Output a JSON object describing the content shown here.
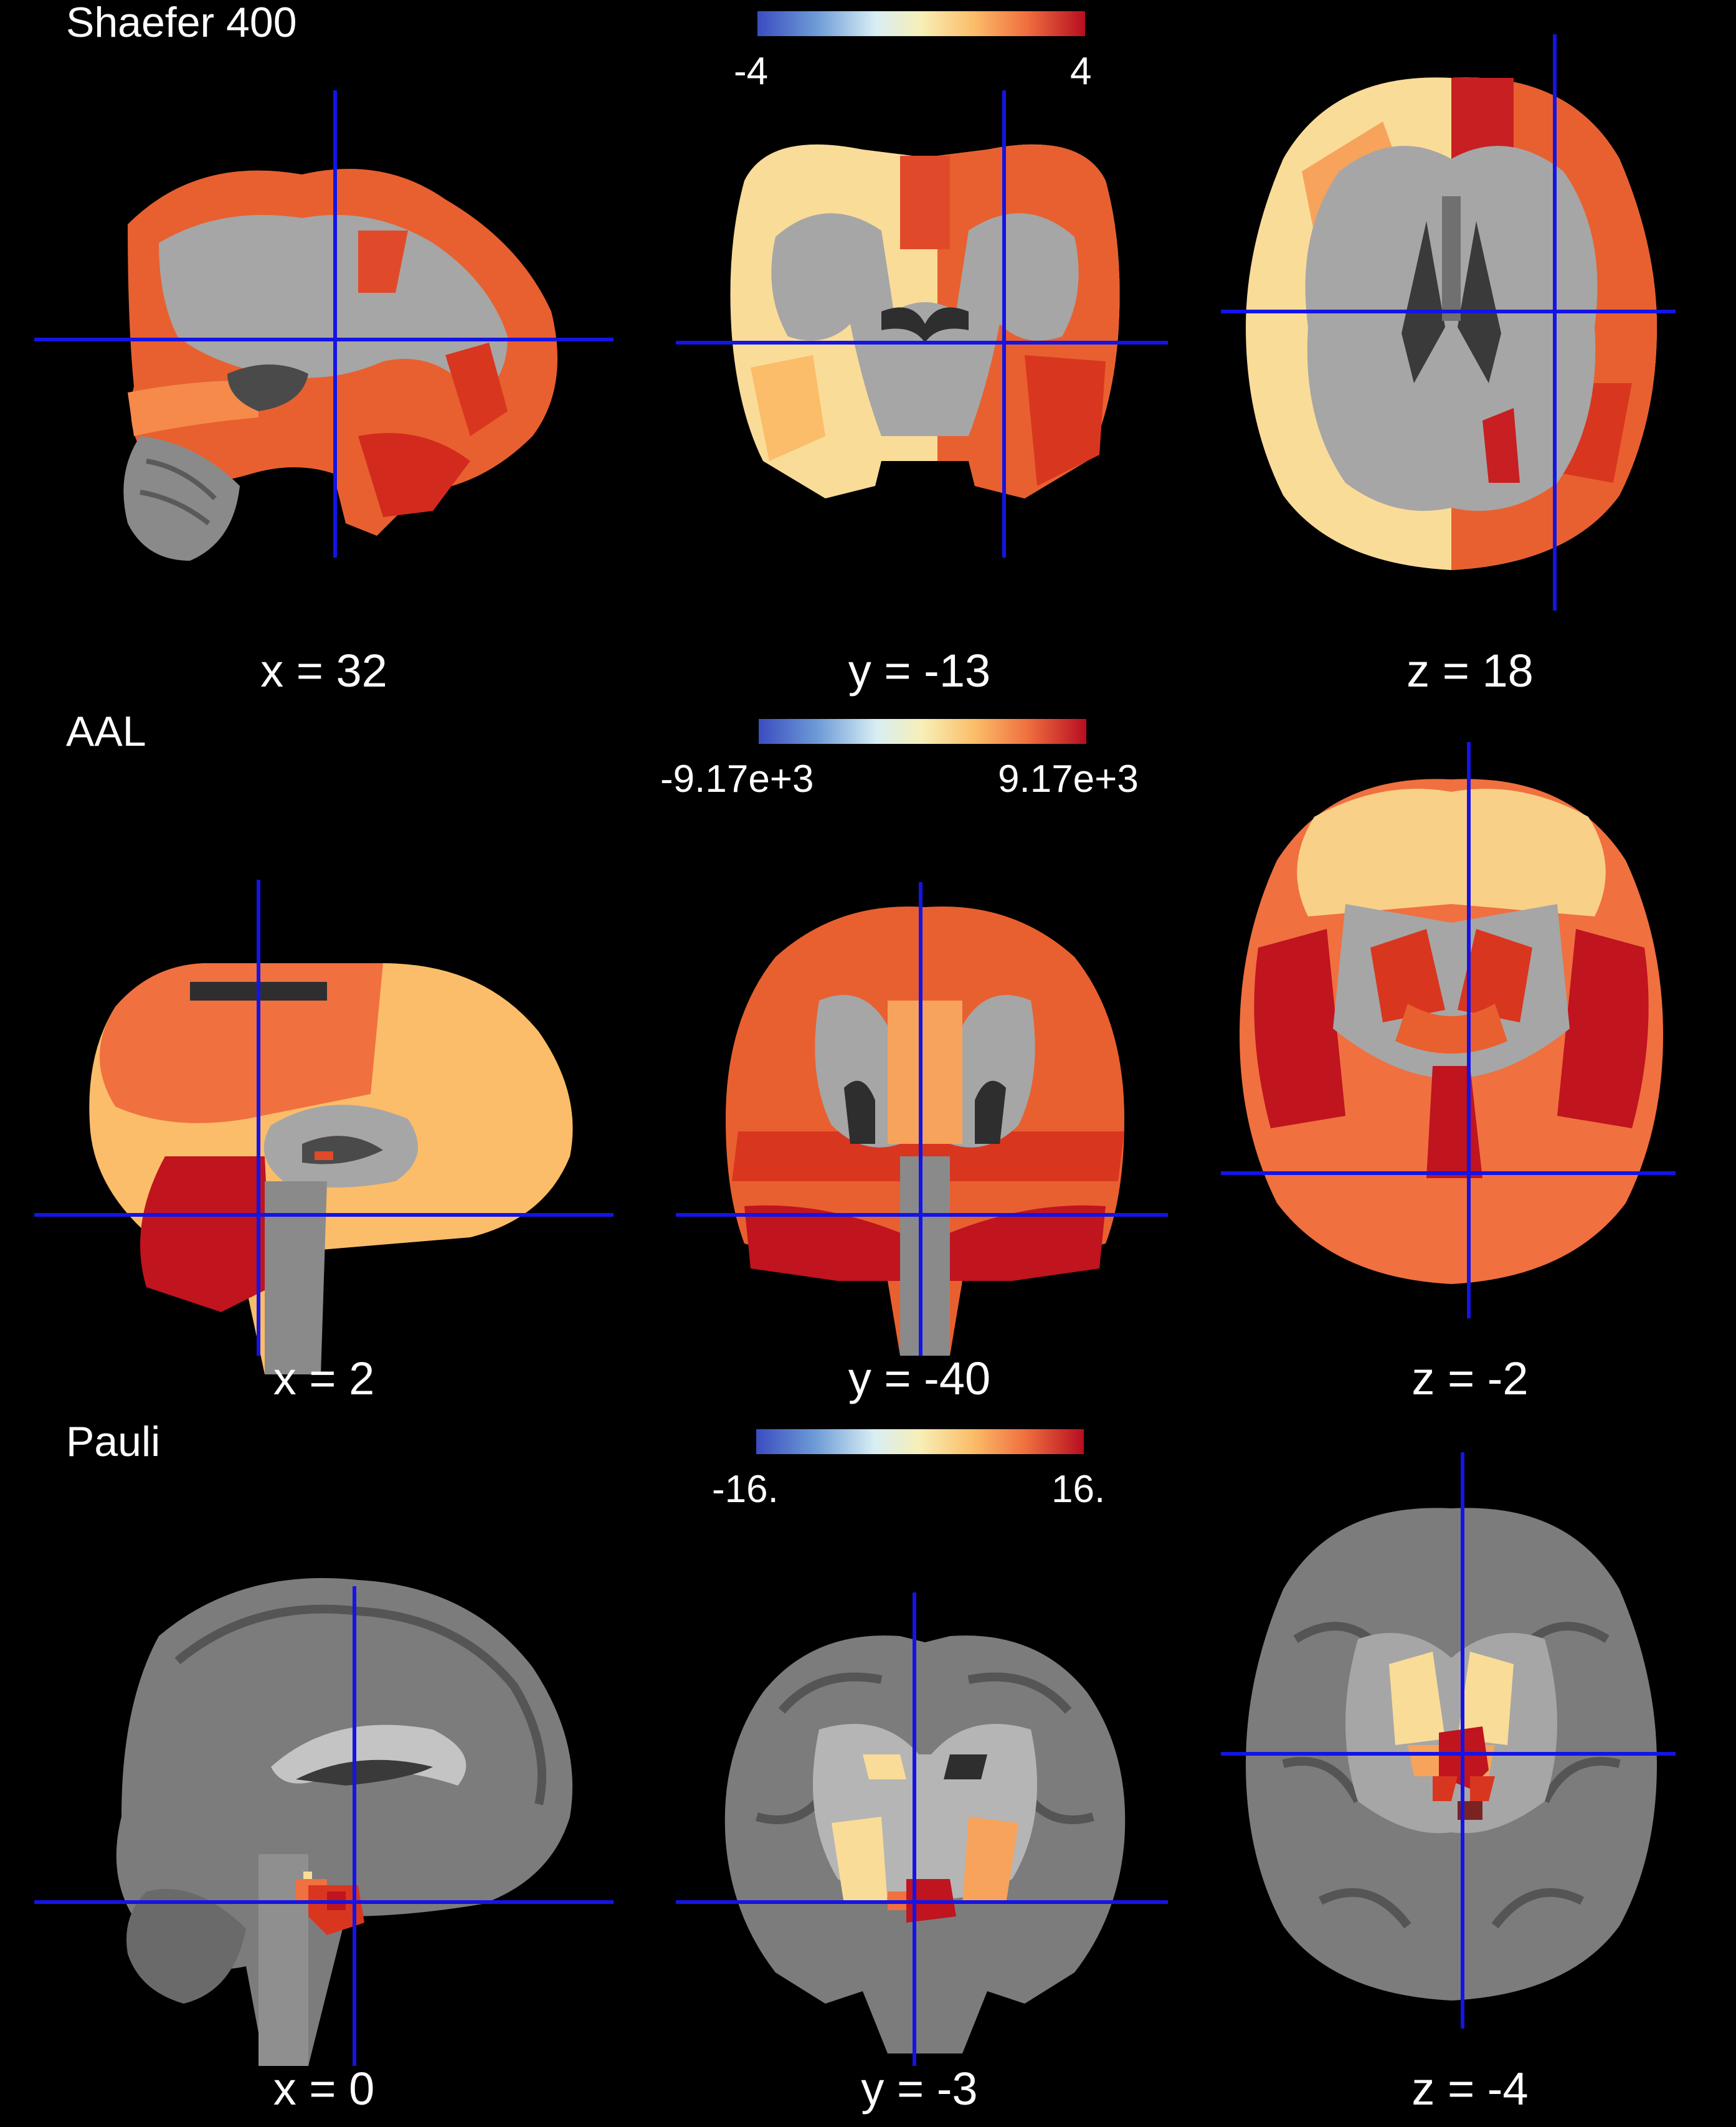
{
  "colors": {
    "background": "#000000",
    "crosshair": "#1414e6",
    "colormap": [
      "#3b4cc0",
      "#5f8fd0",
      "#cfe9f2",
      "#f6f0b8",
      "#fcc06a",
      "#f58a4b",
      "#e04a2a",
      "#b70d20"
    ]
  },
  "rows": [
    {
      "title": "Shaefer 400",
      "colorbar": {
        "min": "-4",
        "max": "4"
      },
      "panels": [
        {
          "view": "sagittal",
          "coord": "x = 32"
        },
        {
          "view": "coronal",
          "coord": "y = -13"
        },
        {
          "view": "axial",
          "coord": "z = 18"
        }
      ]
    },
    {
      "title": "AAL",
      "colorbar": {
        "min": "-9.17e+3",
        "max": "9.17e+3"
      },
      "panels": [
        {
          "view": "sagittal",
          "coord": "x = 2"
        },
        {
          "view": "coronal",
          "coord": "y = -40"
        },
        {
          "view": "axial",
          "coord": "z = -2"
        }
      ]
    },
    {
      "title": "Pauli",
      "colorbar": {
        "min": "-16.",
        "max": "16."
      },
      "panels": [
        {
          "view": "sagittal",
          "coord": "x = 0"
        },
        {
          "view": "coronal",
          "coord": "y = -3"
        },
        {
          "view": "axial",
          "coord": "z = -4"
        }
      ]
    }
  ]
}
